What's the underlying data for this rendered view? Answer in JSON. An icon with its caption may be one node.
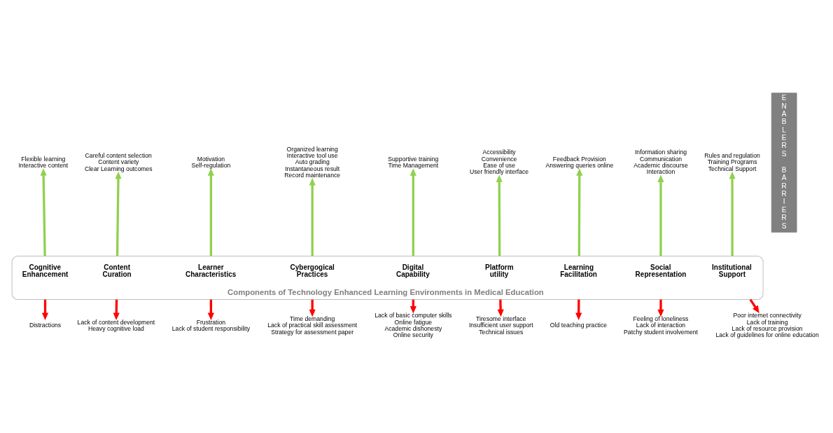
{
  "diagram": {
    "nodes": [
      {
        "text": [
          "Components of Technology Enhanced Learning Environments in Medical Education"
        ]
      },
      {
        "text": [
          "Cognitive Enhancement"
        ],
        "in": 0
      },
      {
        "text": [
          "Content Curation"
        ],
        "in": 0
      },
      {
        "text": [
          "Learner Characteristics"
        ],
        "in": 0
      },
      {
        "text": [
          "Cybergogical Practices"
        ],
        "in": 0
      },
      {
        "text": [
          "Digital Capability"
        ],
        "in": 0
      },
      {
        "text": [
          "Platform utility"
        ],
        "in": 0
      },
      {
        "text": [
          "Learning Facilitation"
        ],
        "in": 0
      },
      {
        "text": [
          "Social Representation"
        ],
        "in": 0
      },
      {
        "text": [
          "Institutional Support"
        ],
        "in": 0
      },
      {
        "text": [
          "Flexible learning",
          "Interactive content"
        ]
      },
      {
        "text": [
          "Careful content selection",
          "Content variety",
          "Clear Learning outcomes"
        ]
      },
      {
        "text": [
          "Motivation",
          "Self-regulation"
        ]
      },
      {
        "text": [
          "Organized learning",
          "Interactive tool use",
          "Auto grading",
          "Instantaneous result",
          "Record maintenance"
        ]
      },
      {
        "text": [
          "Supportive training",
          "Time Management"
        ]
      },
      {
        "text": [
          "Accessibility",
          "Convenience",
          "Ease of use",
          "User friendly interface"
        ]
      },
      {
        "text": [
          "Feedback Provision",
          "Answering queries online"
        ]
      },
      {
        "text": [
          "Information sharing",
          "Communication",
          "Academic discourse",
          "Interaction"
        ]
      },
      {
        "text": [
          "Rules and regulation",
          "Training Programs",
          "Technical Support"
        ]
      },
      {
        "text": [
          "Distractions"
        ]
      },
      {
        "text": [
          "Lack of content development",
          "Heavy cognitive load"
        ]
      },
      {
        "text": [
          "Frustration",
          "Lack of student responsibility"
        ]
      },
      {
        "text": [
          "Time demanding",
          "Lack of practical skill assessment",
          "Strategy for assessment paper"
        ]
      },
      {
        "text": [
          "Lack of basic computer skills",
          "Online fatigue",
          "Academic dishonesty",
          "Online security"
        ]
      },
      {
        "text": [
          "Tiresome interface",
          "Insufficient user support",
          "Technical issues"
        ]
      },
      {
        "text": [
          "Old teaching practice"
        ]
      },
      {
        "text": [
          "Feeling of loneliness",
          "Lack of interaction",
          "Patchy student involvement"
        ]
      },
      {
        "text": [
          "Poor internet connectivity",
          "Lack of training",
          "Lack of resource provision",
          "Lack of guidelines for online education"
        ]
      },
      {
        "text": [
          "ENABLERS",
          "BARRIERS"
        ]
      }
    ],
    "edges": [
      {
        "from": 1,
        "to": 10,
        "arrow": "to",
        "color": "#92d050"
      },
      {
        "from": 2,
        "to": 11,
        "arrow": "to",
        "color": "#92d050"
      },
      {
        "from": 3,
        "to": 12,
        "arrow": "to",
        "color": "#92d050"
      },
      {
        "from": 4,
        "to": 13,
        "arrow": "to",
        "color": "#92d050"
      },
      {
        "from": 5,
        "to": 14,
        "arrow": "to",
        "color": "#92d050"
      },
      {
        "from": 6,
        "to": 15,
        "arrow": "to",
        "color": "#92d050"
      },
      {
        "from": 7,
        "to": 16,
        "arrow": "to",
        "color": "#92d050"
      },
      {
        "from": 8,
        "to": 17,
        "arrow": "to",
        "color": "#92d050"
      },
      {
        "from": 9,
        "to": 18,
        "arrow": "to",
        "color": "#92d050"
      },
      {
        "from": 1,
        "to": 19,
        "arrow": "to",
        "color": "#ff0000"
      },
      {
        "from": 2,
        "to": 20,
        "arrow": "to",
        "color": "#ff0000"
      },
      {
        "from": 3,
        "to": 21,
        "arrow": "to",
        "color": "#ff0000"
      },
      {
        "from": 4,
        "to": 22,
        "arrow": "to",
        "color": "#ff0000"
      },
      {
        "from": 5,
        "to": 23,
        "arrow": "to",
        "color": "#ff0000"
      },
      {
        "from": 6,
        "to": 24,
        "arrow": "to",
        "color": "#ff0000"
      },
      {
        "from": 7,
        "to": 25,
        "arrow": "to",
        "color": "#ff0000"
      },
      {
        "from": 8,
        "to": 26,
        "arrow": "to",
        "color": "#ff0000"
      },
      {
        "from": 9,
        "to": 27,
        "arrow": "to",
        "color": "#ff0000"
      }
    ]
  }
}
